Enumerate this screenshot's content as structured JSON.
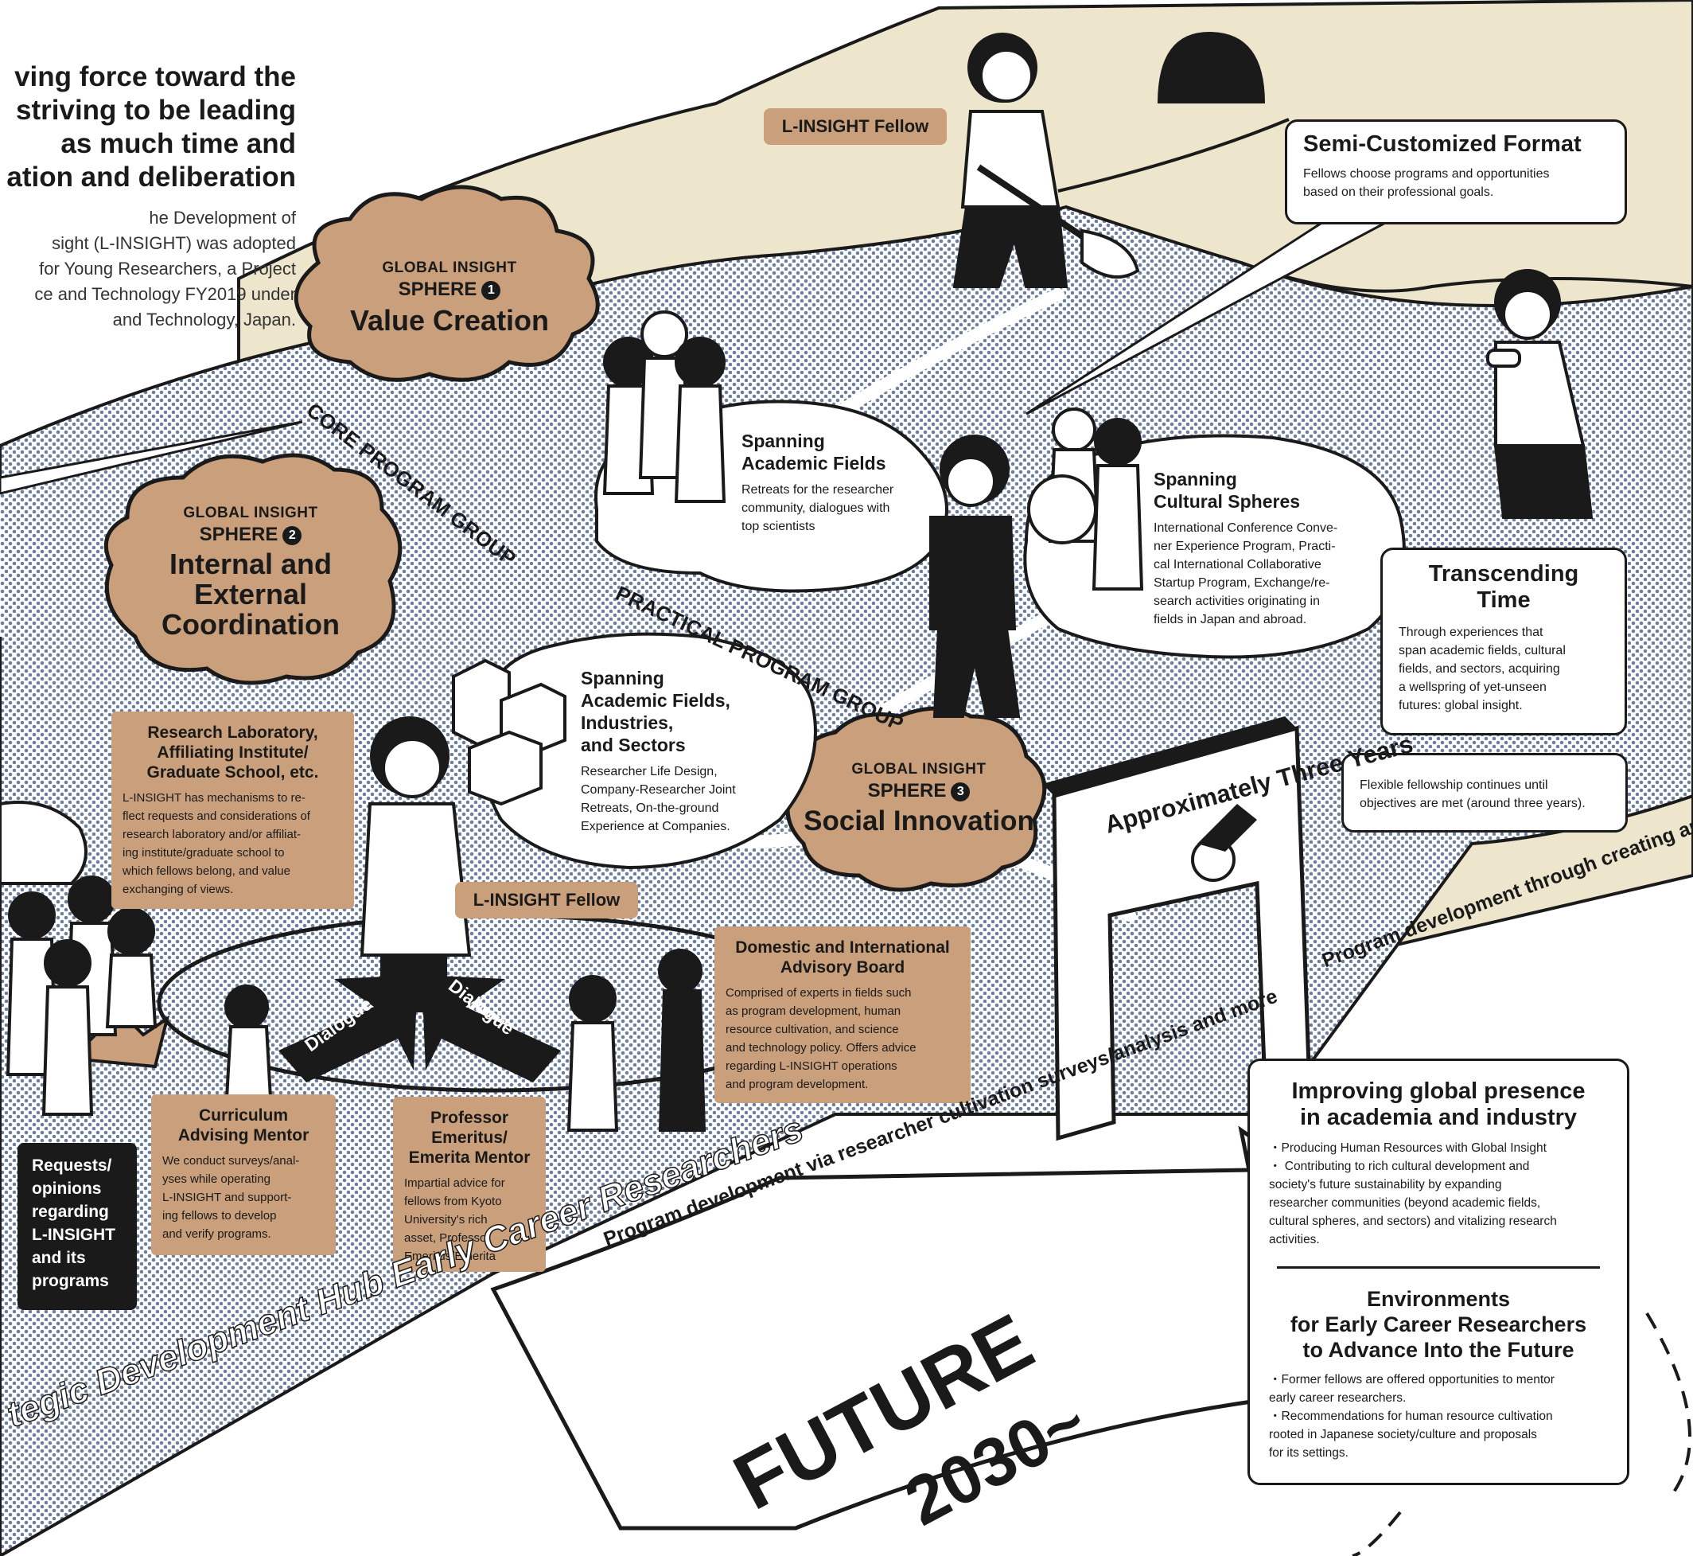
{
  "intro": {
    "title": "ving force toward the\nstriving to be leading\nas much time and\nation and deliberation",
    "body": "he Development of\nsight (L-INSIGHT) was adopted\nfor Young Researchers, a Project\nce and Technology FY2019 under\nand Technology, Japan."
  },
  "spheres": [
    {
      "top": "GLOBAL INSIGHT",
      "sphere": "SPHERE",
      "num": "1",
      "name": "Value Creation"
    },
    {
      "top": "GLOBAL INSIGHT",
      "sphere": "SPHERE",
      "num": "2",
      "name": "Internal and\nExternal\nCoordination"
    },
    {
      "top": "GLOBAL INSIGHT",
      "sphere": "SPHERE",
      "num": "3",
      "name": "Social Innovation"
    }
  ],
  "fellow_tags": [
    "L-INSIGHT Fellow",
    "L-INSIGHT Fellow"
  ],
  "semi_customized": {
    "title": "Semi-Customized Format",
    "body": "Fellows choose programs and opportunities\nbased on their professional goals."
  },
  "group_labels": {
    "core": "CORE PROGRAM GROUP",
    "practical": "PRACTICAL PROGRAM GROUP"
  },
  "bubbles": {
    "academic": {
      "title": "Spanning\nAcademic Fields",
      "body": "Retreats for the researcher\ncommunity, dialogues with\ntop scientists"
    },
    "cultural": {
      "title": "Spanning\nCultural Spheres",
      "body": "International Conference Conve-\nner Experience Program, Practi-\ncal International Collaborative\nStartup Program, Exchange/re-\nsearch activities originating in\nfields in Japan and abroad."
    },
    "sectors": {
      "title": "Spanning\nAcademic Fields,\nIndustries,\nand Sectors",
      "body": "Researcher Life Design,\nCompany-Researcher Joint\nRetreats, On-the-ground\nExperience at Companies."
    }
  },
  "transcending": {
    "title": "Transcending\nTime",
    "body": "Through experiences that\nspan academic fields, cultural\nfields, and sectors, acquiring\na wellspring of yet-unseen\nfutures: global insight."
  },
  "flexible": "Flexible fellowship continues until\nobjectives are met (around three years).",
  "arch_text": "Approximately\nThree\nYears",
  "cards": {
    "lab": {
      "title": "Research Laboratory,\nAffiliating Institute/\nGraduate School, etc.",
      "body": "L-INSIGHT has mechanisms to re-\nflect requests and considerations of\nresearch laboratory and/or affiliat-\ning institute/graduate school to\nwhich fellows belong, and value\nexchanging of views."
    },
    "advisory": {
      "title": "Domestic and International\nAdvisory Board",
      "body": "Comprised of experts in fields such\nas program development, human\nresource cultivation, and science\nand technology policy. Offers advice\nregarding L-INSIGHT operations\nand program development."
    },
    "curriculum": {
      "title": "Curriculum\nAdvising Mentor",
      "body": "We conduct surveys/anal-\nyses while operating\nL-INSIGHT and support-\ning fellows to develop\nand verify programs."
    },
    "professor": {
      "title": "Professor\nEmeritus/\nEmerita Mentor",
      "body": "Impartial advice for\nfellows from Kyoto\nUniversity's rich\nasset, Professor\nEmeritus/Emerita"
    }
  },
  "dialogue": [
    "Dialogue",
    "Dialogue"
  ],
  "requests": "Requests/\nopinions\nregarding\nL-INSIGHT\nand its\nprograms",
  "program_dev_1": "Program development\nthrough\ncreating and providing\nopportunities for early\ncareer researchers",
  "program_dev_2": "Program development\nvia researcher\ncultivation surveys/analysis\nand more",
  "hub": "tegic Development Hub\nEarly Career Researchers",
  "future": {
    "line1": "FUTURE",
    "line2": "2030~"
  },
  "improving": {
    "title": "Improving global presence\nin academia and industry",
    "items": [
      "・Producing Human Resources with Global Insight",
      "・ Contributing to rich cultural development and\n   society's future sustainability by expanding\n   researcher communities (beyond academic fields,\n   cultural spheres, and sectors) and vitalizing research\n   activities."
    ]
  },
  "environments": {
    "title": "Environments\nfor Early Career Researchers\nto Advance Into the Future",
    "items": [
      "・Former fellows are offered opportunities to mentor\n   early career researchers.",
      "・Recommendations for human resource cultivation\n   rooted in Japanese society/culture and proposals\n   for its settings."
    ]
  },
  "colors": {
    "beige": "#ede5cc",
    "brown": "#c9a07b",
    "dots": "#6d7f9c",
    "ink": "#1a1a1a"
  }
}
